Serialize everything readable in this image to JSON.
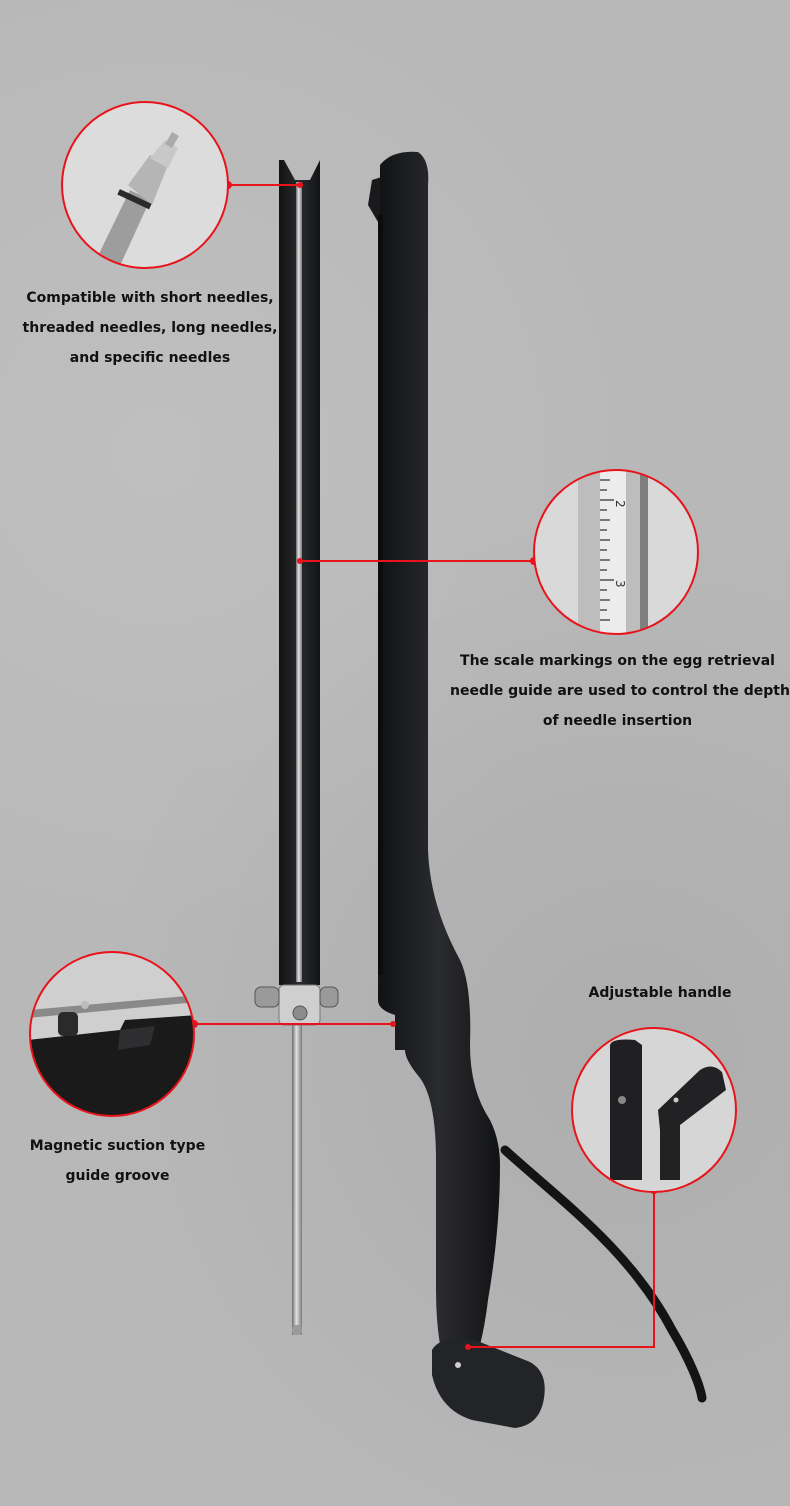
{
  "captions": {
    "needles": {
      "lines": [
        "Compatible with short needles,",
        "threaded needles, long needles,",
        "and specific needles"
      ]
    },
    "scale": {
      "lines": [
        "The scale markings on the egg retrieval",
        "needle guide are used to control the depth",
        "of needle insertion"
      ]
    },
    "groove": {
      "lines": [
        "Magnetic suction type",
        "guide groove"
      ]
    },
    "handle": {
      "lines": [
        "Adjustable handle"
      ]
    }
  },
  "scale_numbers": [
    "2",
    "3"
  ],
  "colors": {
    "accent": "#e8131b",
    "background": "#b8b8b8",
    "device": "#1f2022",
    "text": "#111111"
  },
  "icons": [
    "needle-tip-detail",
    "scale-marking-detail",
    "guide-groove-detail",
    "handle-detail"
  ]
}
